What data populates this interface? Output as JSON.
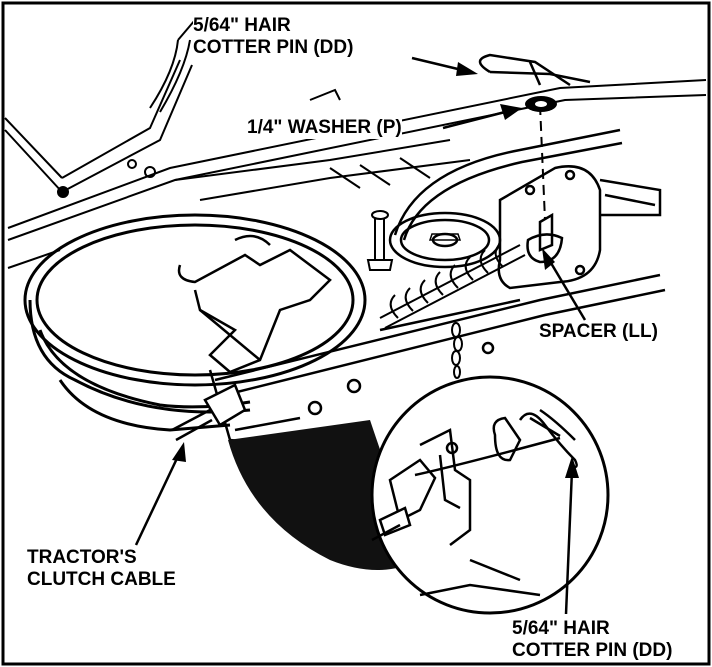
{
  "callouts": {
    "hair_pin_top": {
      "line1": "5/64\" HAIR",
      "line2": "COTTER PIN (DD)"
    },
    "washer": {
      "line1": "1/4\" WASHER (P)"
    },
    "spacer": {
      "line1": "SPACER (LL)"
    },
    "clutch_cable": {
      "line1": "TRACTOR'S",
      "line2": "CLUTCH CABLE"
    },
    "hair_pin_bottom": {
      "line1": "5/64\" HAIR",
      "line2": "COTTER PIN (DD)"
    }
  },
  "colors": {
    "ink": "#000000",
    "paper": "#ffffff",
    "fill": "#111111"
  }
}
